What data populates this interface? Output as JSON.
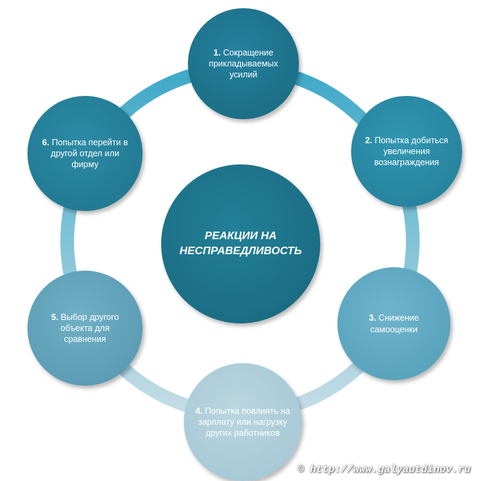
{
  "center": {
    "line1": "РЕАКЦИИ НА",
    "line2": "НЕСПРАВЕДЛИВОСТЬ"
  },
  "nodes": [
    {
      "num": "1.",
      "text": "Сокращение прикладываемых усилий"
    },
    {
      "num": "2.",
      "text": "Попытка добиться увеличения вознаграждения"
    },
    {
      "num": "3.",
      "text": "Снижение самооценки"
    },
    {
      "num": "4.",
      "text": "Попытка повлиять на зарплату или нагрузку других работников"
    },
    {
      "num": "5.",
      "text": "Выбор другого объекта для сравнения"
    },
    {
      "num": "6.",
      "text": "Попытка перейти в другой отдел или фирму"
    }
  ],
  "watermark": "© http://www.galyautdinov.ru",
  "colors": {
    "ring_top": "#3ea9c8",
    "ring_bottom": "#c5dde6",
    "center": "#1b6e85",
    "node1": "#1c6f86",
    "node2": "#27849f",
    "node3": "#5aa3bd",
    "node4": "#a8c9d6",
    "node5": "#5c9db5",
    "node6": "#227a93"
  }
}
